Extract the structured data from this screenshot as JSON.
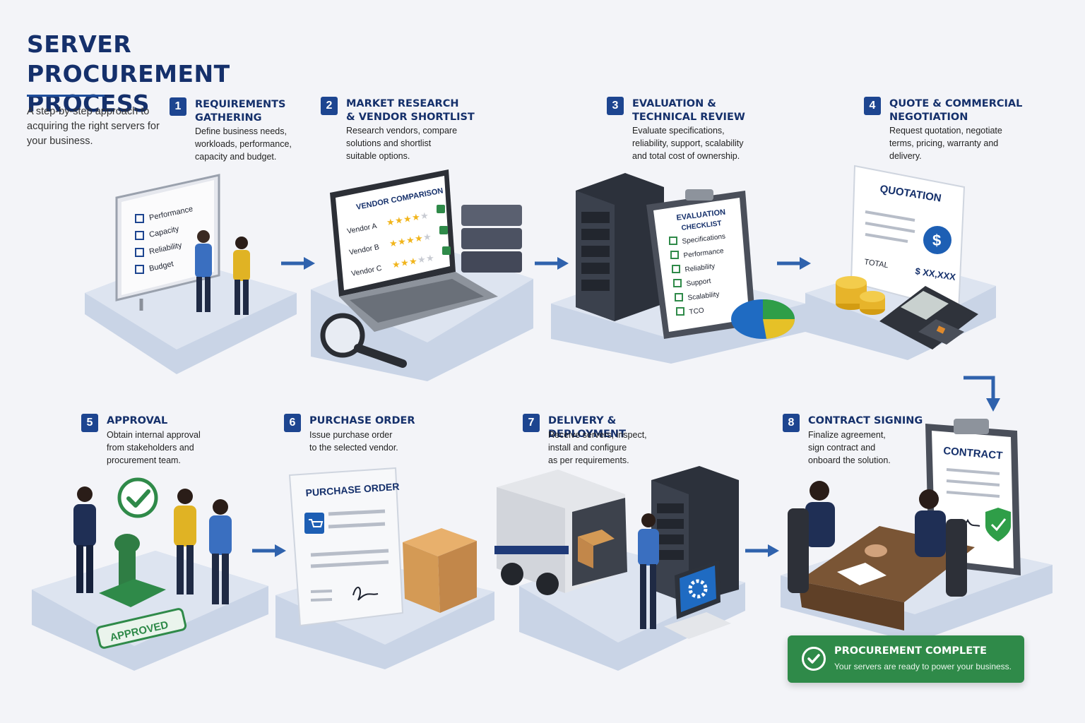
{
  "title": "SERVER PROCUREMENT PROCESS",
  "intro": "A step-by-step approach to acquiring the right servers for your business.",
  "steps": [
    {
      "number": "1",
      "title": "REQUIREMENTS\nGATHERING",
      "description": "Define business needs,\nworkloads, performance,\ncapacity and budget."
    },
    {
      "number": "2",
      "title": "MARKET RESEARCH\n& VENDOR SHORTLIST",
      "description": "Research vendors, compare\nsolutions and shortlist\nsuitable options."
    },
    {
      "number": "3",
      "title": "EVALUATION &\nTECHNICAL REVIEW",
      "description": "Evaluate specifications,\nreliability, support, scalability\nand total cost of ownership."
    },
    {
      "number": "4",
      "title": "QUOTE & COMMERCIAL\nNEGOTIATION",
      "description": "Request quotation, negotiate\nterms, pricing, warranty and\ndelivery."
    },
    {
      "number": "5",
      "title": "APPROVAL",
      "description": "Obtain internal approval\nfrom stakeholders and\nprocurement team."
    },
    {
      "number": "6",
      "title": "PURCHASE ORDER",
      "description": "Issue purchase order\nto the selected vendor."
    },
    {
      "number": "7",
      "title": "DELIVERY & DEPLOYMENT",
      "description": "Receive servers, inspect,\ninstall and configure\nas per requirements."
    },
    {
      "number": "8",
      "title": "CONTRACT SIGNING",
      "description": "Finalize agreement,\nsign contract and\nonboard the solution."
    }
  ],
  "whiteboard": {
    "items": [
      "Performance",
      "Capacity",
      "Reliability",
      "Budget"
    ]
  },
  "vendor_comparison": {
    "title": "VENDOR COMPARISON",
    "rows": [
      {
        "vendor": "Vendor A",
        "stars": 4
      },
      {
        "vendor": "Vendor B",
        "stars": 4
      },
      {
        "vendor": "Vendor C",
        "stars": 3
      }
    ]
  },
  "evaluation_checklist": {
    "title_line1": "EVALUATION",
    "title_line2": "CHECKLIST",
    "items": [
      "Specifications",
      "Performance",
      "Reliability",
      "Support",
      "Scalability",
      "TCO"
    ]
  },
  "quotation": {
    "title": "QUOTATION",
    "total_label": "TOTAL",
    "total_value": "$ XX,XXX"
  },
  "approval_stamp": "APPROVED",
  "purchase_order": {
    "title": "PURCHASE ORDER"
  },
  "contract": {
    "title": "CONTRACT"
  },
  "completion": {
    "title": "PROCUREMENT COMPLETE",
    "subtitle": "Your servers are ready to power your business."
  },
  "colors": {
    "navy": "#15306b",
    "badge": "#1d4590",
    "arrow": "#2f62ad",
    "platform": "#c9d4e6",
    "success_green": "#2f8a49",
    "star": "#f1b51c"
  }
}
